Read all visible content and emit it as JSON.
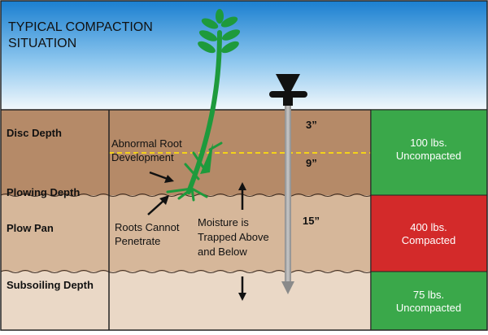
{
  "title": [
    "TYPICAL COMPACTION",
    "SITUATION"
  ],
  "layers": {
    "disc": "Disc Depth",
    "plowing": "Plowing Depth",
    "plowpan": "Plow Pan",
    "subsoil": "Subsoiling Depth"
  },
  "depths": {
    "d1": "3”",
    "d2": "9”",
    "d3": "15”"
  },
  "annotations": {
    "abnormal": [
      "Abnormal Root",
      "Development"
    ],
    "roots": [
      "Roots Cannot",
      "Penetrate"
    ],
    "moisture": [
      "Moisture is",
      "Trapped Above",
      "and Below"
    ]
  },
  "pressure": {
    "top": [
      "100 lbs.",
      "Uncompacted"
    ],
    "middle": [
      "400 lbs.",
      "Compacted"
    ],
    "bottom": [
      "75 lbs.",
      "Uncompacted"
    ]
  },
  "colors": {
    "sky_top": "#1a7fd0",
    "sky_bottom": "#f2f8fc",
    "soil_top": "#b58a68",
    "soil_mid": "#d6b79a",
    "soil_bottom": "#ead8c6",
    "green_box": "#3aa84a",
    "red_box": "#d32a2a",
    "plant": "#1e9a3c",
    "dashed_line": "#f4d21a"
  }
}
